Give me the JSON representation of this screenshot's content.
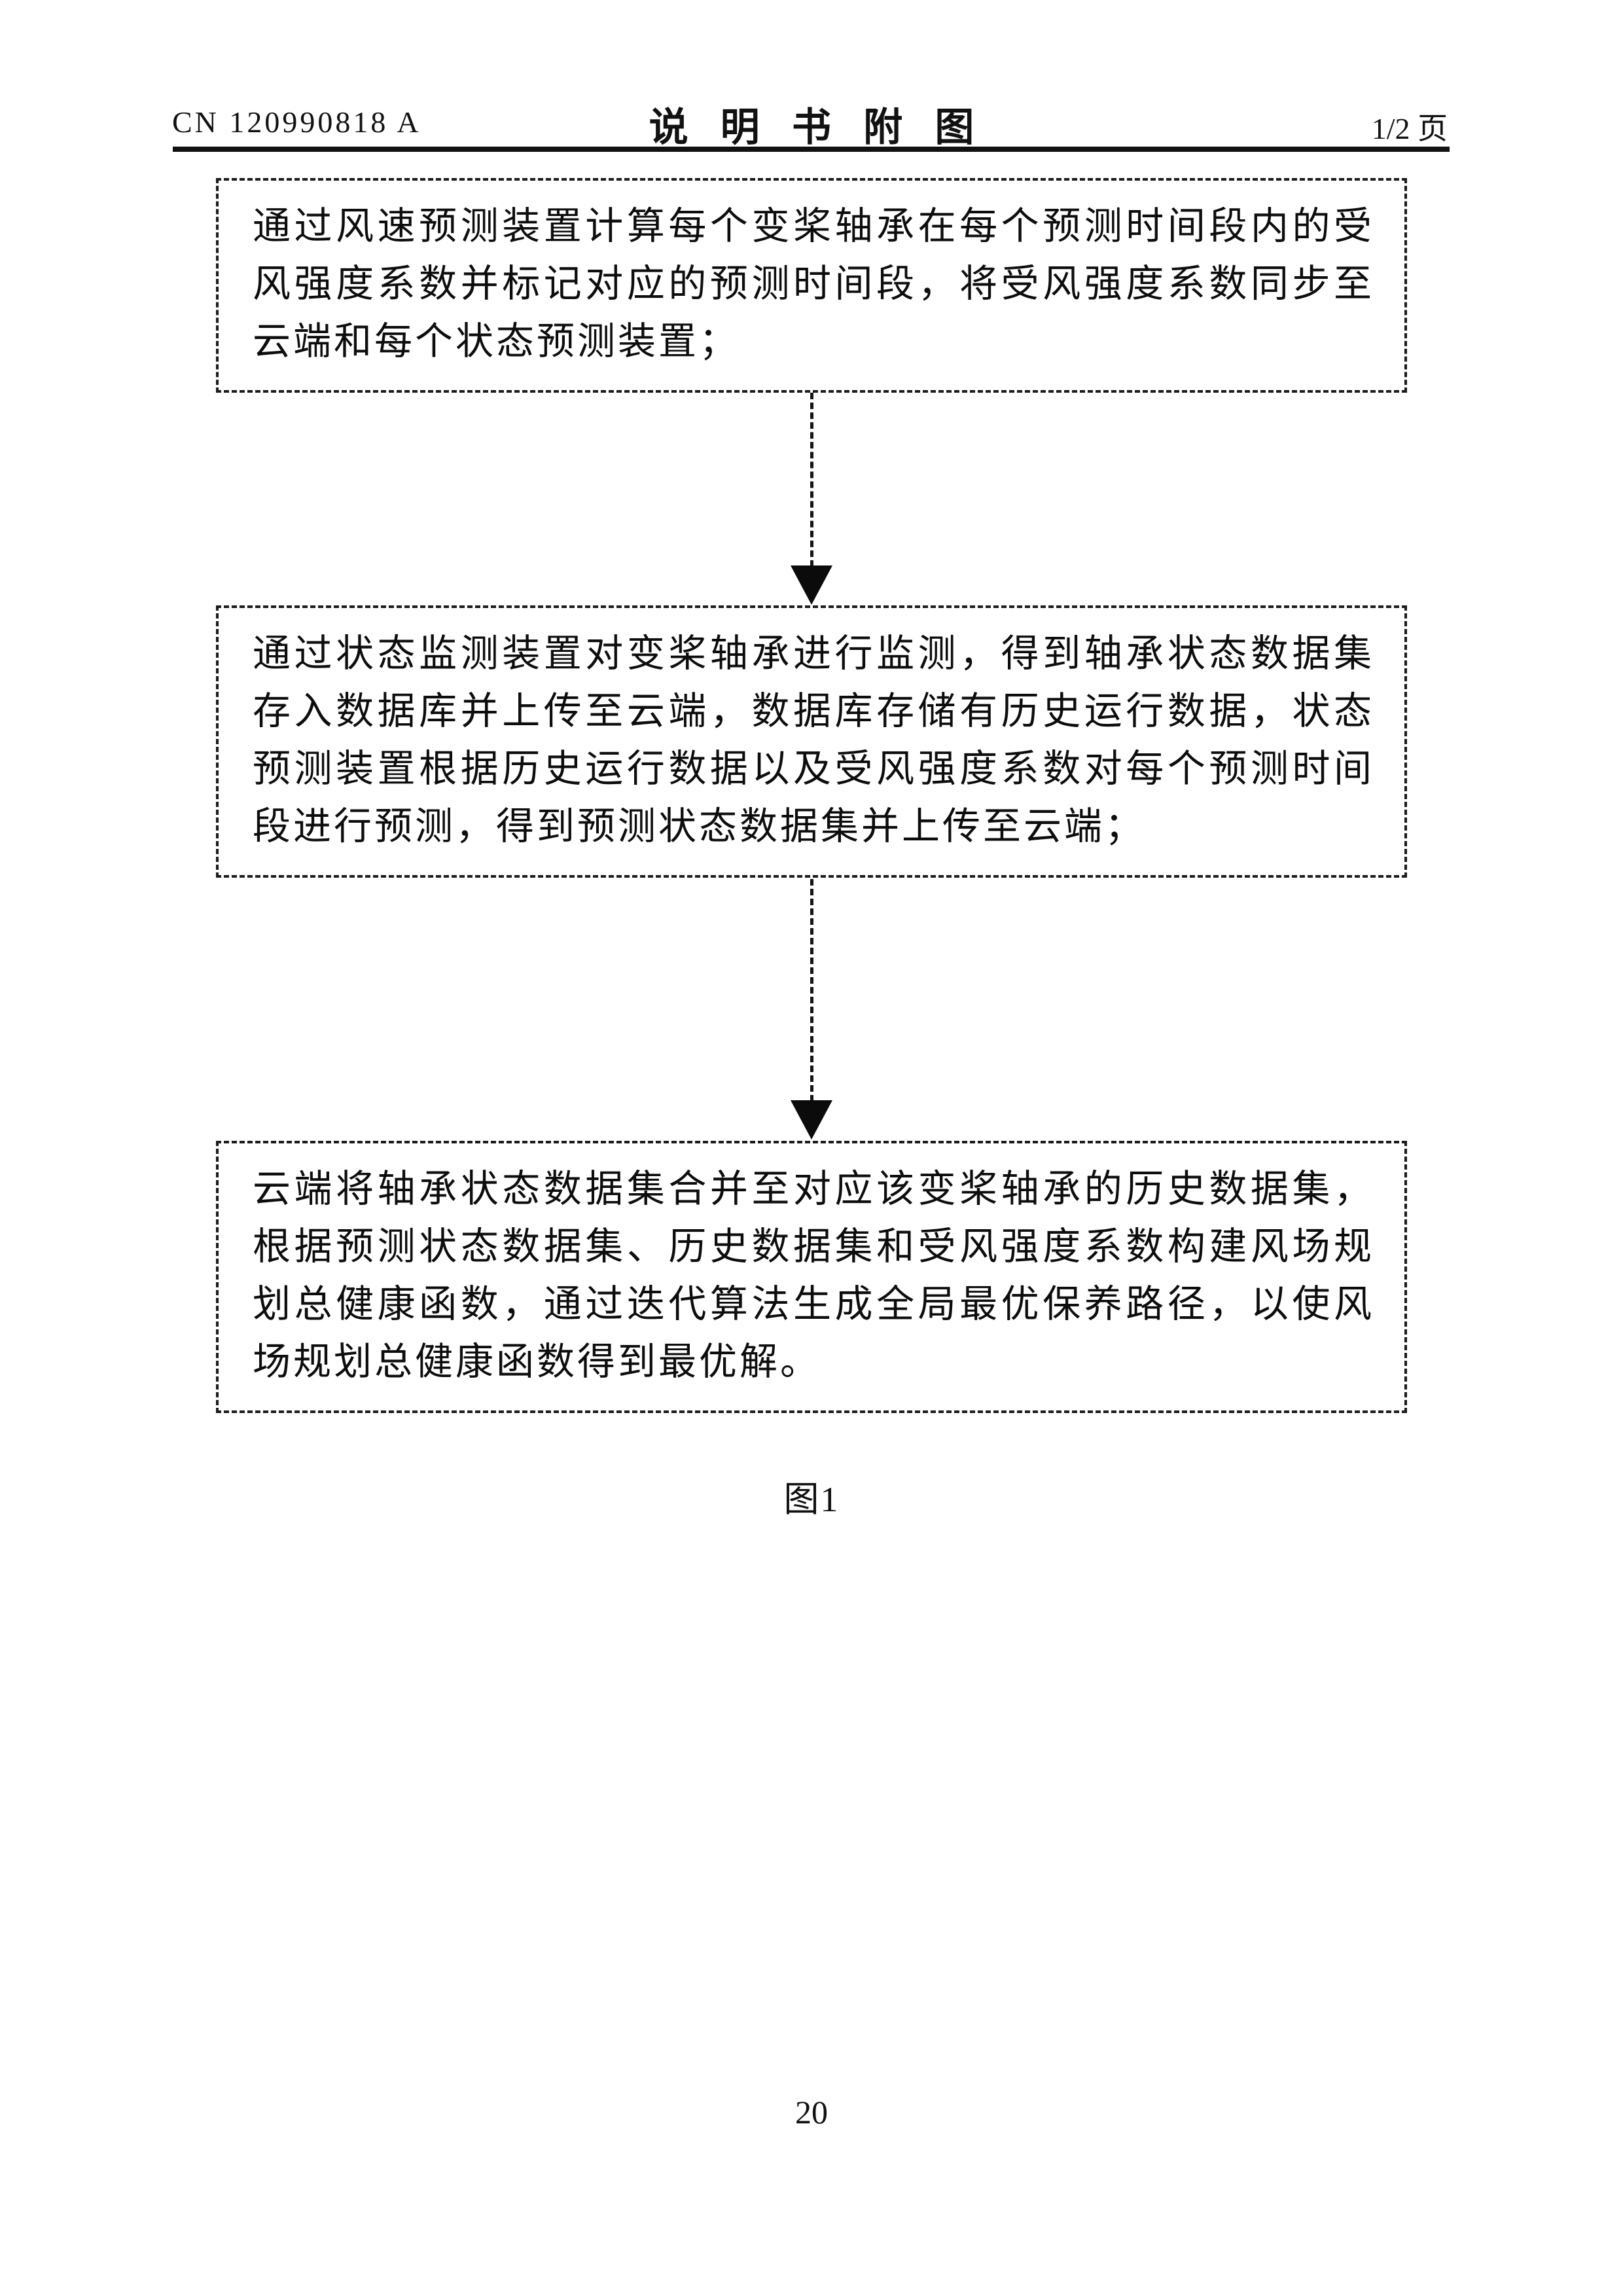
{
  "header": {
    "patent_number": "CN 120990818 A",
    "title": "说明书附图",
    "page_indicator": "1/2 页"
  },
  "flowchart": {
    "steps": [
      {
        "lines": [
          "通过风速预测装置计算每个变桨轴承在每个预测时间段内的受",
          "风强度系数并标记对应的预测时间段，将受风强度系数同步至",
          "云端和每个状态预测装置；"
        ]
      },
      {
        "lines": [
          "通过状态监测装置对变桨轴承进行监测，得到轴承状态数据集",
          "存入数据库并上传至云端，数据库存储有历史运行数据，状态",
          "预测装置根据历史运行数据以及受风强度系数对每个预测时间",
          "段进行预测，得到预测状态数据集并上传至云端；"
        ]
      },
      {
        "lines": [
          "云端将轴承状态数据集合并至对应该变桨轴承的历史数据集，",
          "根据预测状态数据集、历史数据集和受风强度系数构建风场规",
          "划总健康函数，通过迭代算法生成全局最优保养路径，以使风",
          "场规划总健康函数得到最优解。"
        ]
      }
    ],
    "caption": "图1"
  },
  "footer": {
    "page_number": "20"
  }
}
